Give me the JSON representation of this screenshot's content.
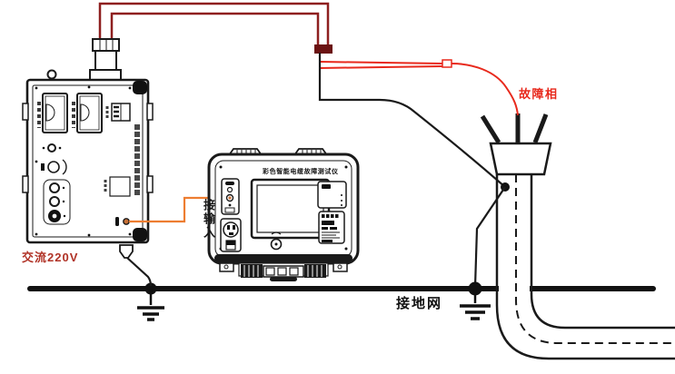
{
  "labels": {
    "ac_power": "交流220V",
    "input_connection": "接输入",
    "fault_phase": "故障相",
    "ground_grid": "接地网",
    "tester_title": "彩色智能电缆故障测试仪"
  },
  "colors": {
    "hv_wire_dark_red": "#8e1f1f",
    "fault_lead_red": "#e8291c",
    "input_wire_orange": "#ed7d31",
    "outline_black": "#1a1a1a",
    "ac_label_red": "#b03226",
    "ground_line_black": "#111111"
  }
}
